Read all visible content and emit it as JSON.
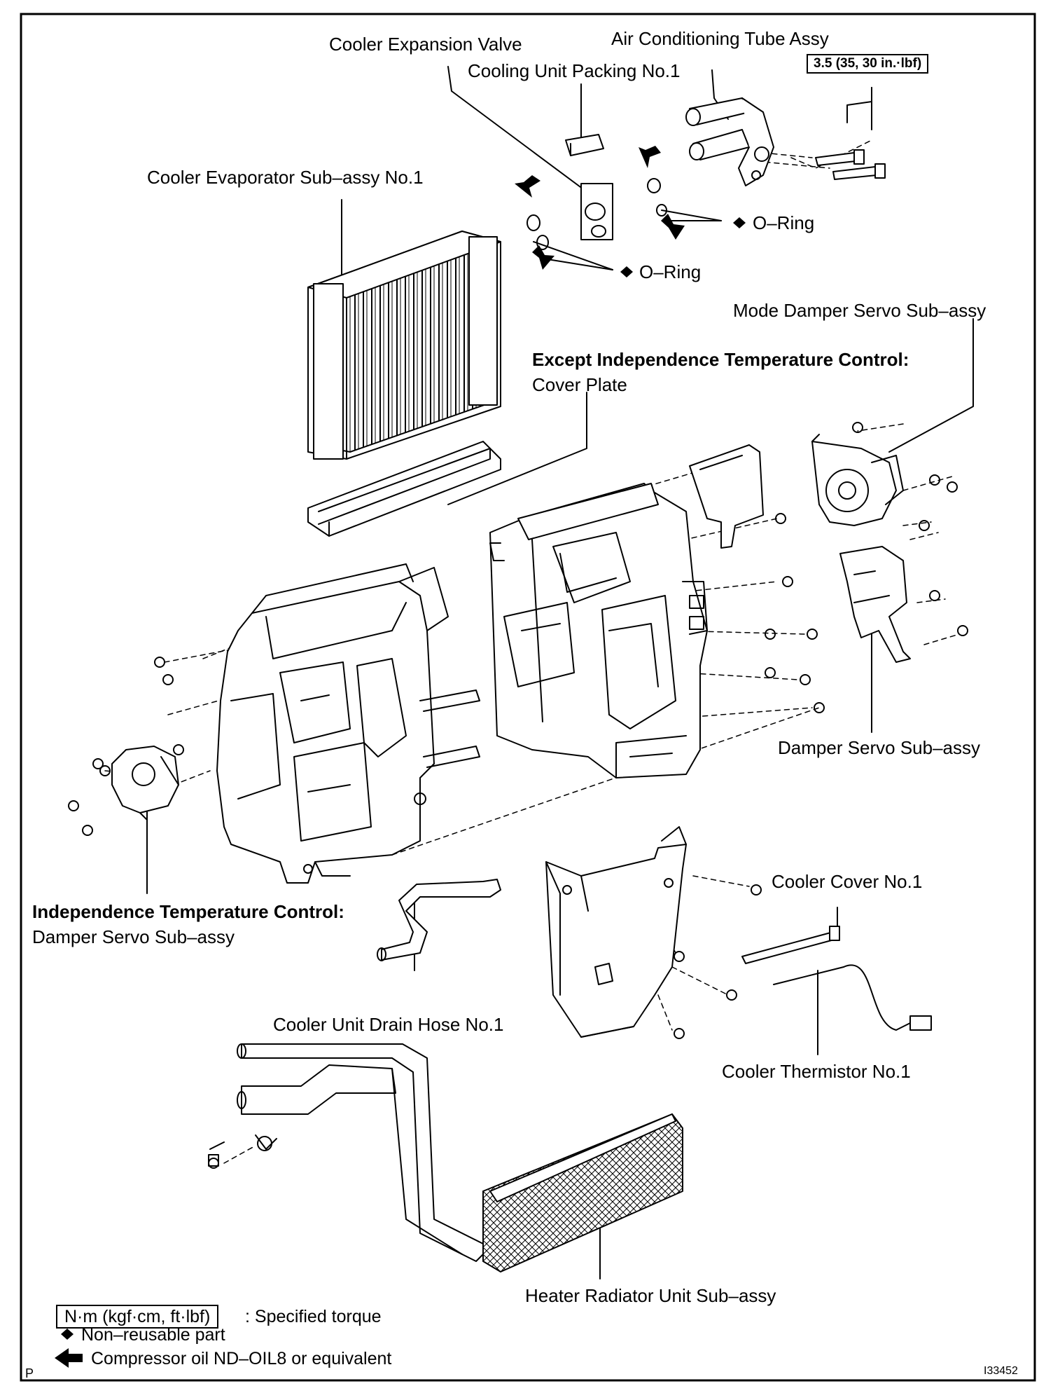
{
  "labels": {
    "cooler_expansion_valve": "Cooler Expansion Valve",
    "air_conditioning_tube_assy": "Air Conditioning Tube Assy",
    "cooling_unit_packing": "Cooling Unit Packing No.1",
    "torque_tube": "3.5 (35, 30 in.·lbf)",
    "cooler_evaporator": "Cooler Evaporator Sub–assy No.1",
    "o_ring_upper": "O–Ring",
    "o_ring_lower": "O–Ring",
    "mode_damper_servo": "Mode Damper Servo Sub–assy",
    "except_itc": "Except Independence Temperature Control:",
    "cover_plate": "Cover Plate",
    "damper_servo": "Damper Servo Sub–assy",
    "cooler_cover": "Cooler Cover No.1",
    "itc": "Independence Temperature Control:",
    "itc_damper_servo": "Damper Servo Sub–assy",
    "drain_hose": "Cooler Unit Drain Hose No.1",
    "thermistor": "Cooler Thermistor No.1",
    "heater_radiator": "Heater Radiator Unit Sub–assy"
  },
  "legend": {
    "torque_unit": "N·m (kgf·cm, ft·lbf)",
    "torque_desc": ": Specified torque",
    "nonreusable": "Non–reusable part",
    "oil": "Compressor oil ND–OIL8 or equivalent"
  },
  "corner": {
    "page_mark": "P",
    "figure_id": "I33452"
  },
  "icons": {
    "diamond": "diamond-icon",
    "oil_arrow": "arrow-icon"
  }
}
